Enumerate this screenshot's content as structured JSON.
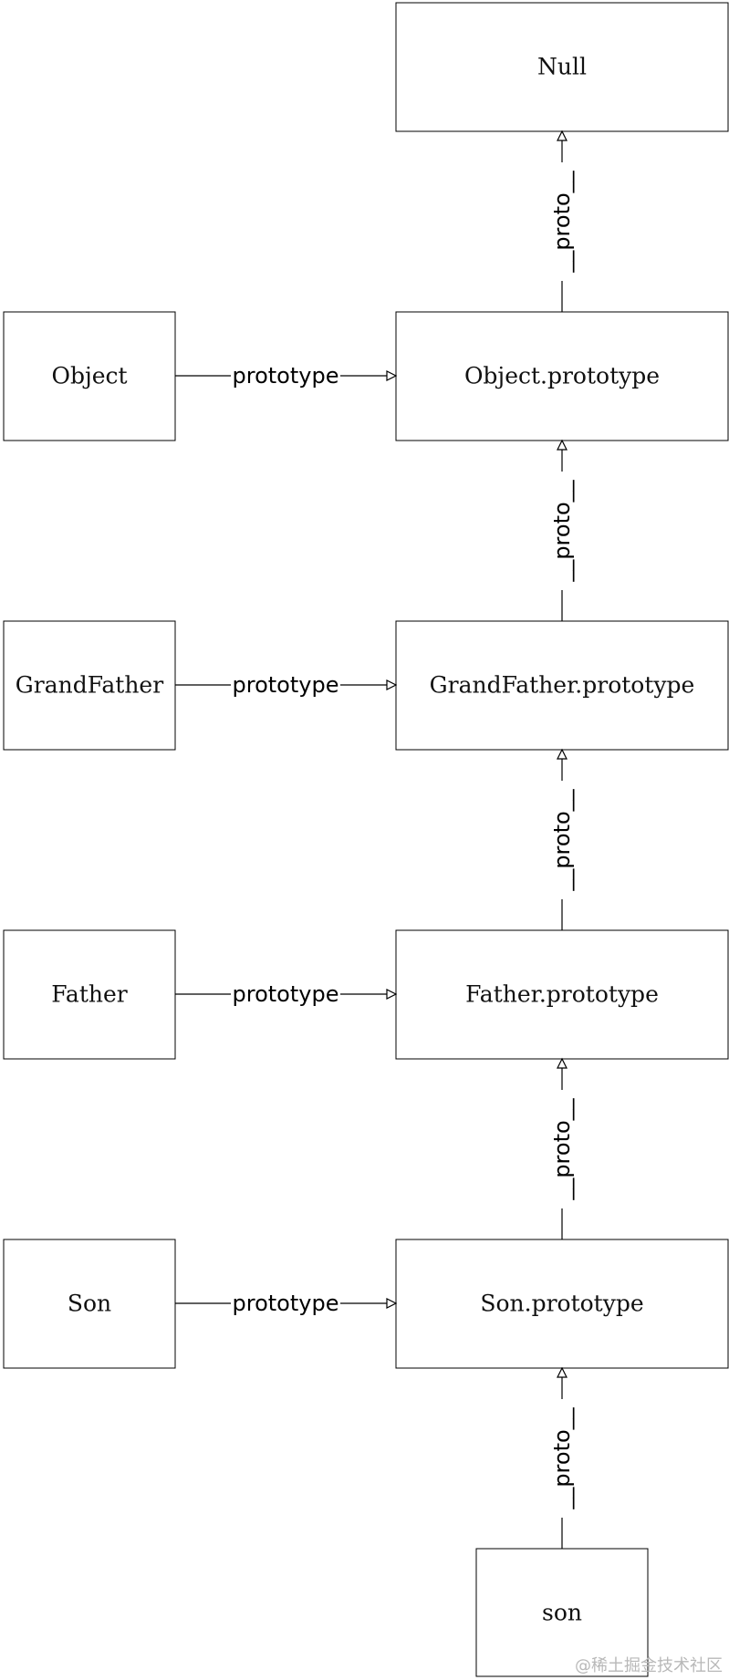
{
  "nodes": {
    "null": "Null",
    "object": "Object",
    "object_prototype": "Object.prototype",
    "grandfather": "GrandFather",
    "grandfather_prototype": "GrandFather.prototype",
    "father": "Father",
    "father_prototype": "Father.prototype",
    "son_ctor": "Son",
    "son_prototype": "Son.prototype",
    "son_instance": "son"
  },
  "edges": {
    "prototype_label": "prototype",
    "proto_label": "__proto__"
  },
  "watermark": "@稀土掘金技术社区"
}
